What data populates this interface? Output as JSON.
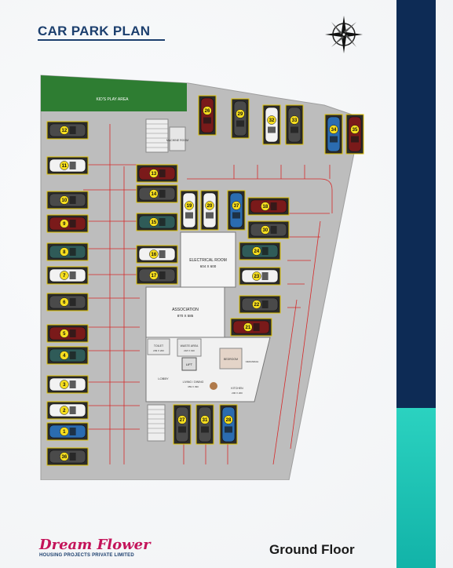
{
  "title": "CAR PARK PLAN",
  "floor": "Ground Floor",
  "logo": {
    "name": "Dream Flower",
    "subtitle": "HOUSING PROJECTS PRIVATE LIMITED",
    "brand_color": "#c4145a"
  },
  "colors": {
    "navy": "#0d2b55",
    "teal": "#12b3a8",
    "title": "#1c3f6e",
    "lawn": "#2e7d32",
    "arrow": "#d62828"
  },
  "plan": {
    "kids_play_area": "KID'S PLAY AREA",
    "machine_room": "MACHINE ROOM",
    "electrical_room": "ELECTRICAL ROOM",
    "electrical_dims": "604 X 600",
    "association": "ASSOCIATION",
    "association_dims": "870 X 585",
    "toilet": "TOILET",
    "toilet_dims": "209 X 200",
    "waste_area": "WASTE AREA",
    "waste_dims": "218 X 190",
    "lift": "LIFT",
    "lobby": "LOBBY",
    "living": "LIVING / DINING",
    "living_dims": "359 X 390",
    "kitchen": "KITCHEN",
    "kitchen_dims": "206 X 200",
    "bedroom": "BEDROOM",
    "verandah": "VERANDAH"
  },
  "cars": [
    {
      "num": "12",
      "color": "#4a4a4a"
    },
    {
      "num": "11",
      "color": "#f2f2f2"
    },
    {
      "num": "10",
      "color": "#4a4a4a"
    },
    {
      "num": "9",
      "color": "#7a1a1a"
    },
    {
      "num": "8",
      "color": "#2f5b58"
    },
    {
      "num": "7",
      "color": "#f2f2f2"
    },
    {
      "num": "6",
      "color": "#4a4a4a"
    },
    {
      "num": "5",
      "color": "#7a1a1a"
    },
    {
      "num": "4",
      "color": "#2f5b58"
    },
    {
      "num": "3",
      "color": "#f2f2f2"
    },
    {
      "num": "2",
      "color": "#f2f2f2"
    },
    {
      "num": "1",
      "color": "#2b6cb0"
    },
    {
      "num": "36",
      "color": "#4a4a4a"
    },
    {
      "num": "13",
      "color": "#7a1a1a"
    },
    {
      "num": "14",
      "color": "#4a4a4a"
    },
    {
      "num": "15",
      "color": "#2f5b58"
    },
    {
      "num": "16",
      "color": "#f2f2f2"
    },
    {
      "num": "17",
      "color": "#4a4a4a"
    },
    {
      "num": "19",
      "color": "#f2f2f2"
    },
    {
      "num": "20",
      "color": "#f2f2f2"
    },
    {
      "num": "37",
      "color": "#2b6cb0"
    },
    {
      "num": "18",
      "color": "#7a1a1a"
    },
    {
      "num": "30",
      "color": "#4a4a4a"
    },
    {
      "num": "24",
      "color": "#2f5b58"
    },
    {
      "num": "23",
      "color": "#f2f2f2"
    },
    {
      "num": "22",
      "color": "#4a4a4a"
    },
    {
      "num": "21",
      "color": "#7a1a1a"
    },
    {
      "num": "26",
      "color": "#7a1a1a"
    },
    {
      "num": "29",
      "color": "#4a4a4a"
    },
    {
      "num": "32",
      "color": "#f2f2f2"
    },
    {
      "num": "33",
      "color": "#4a4a4a"
    },
    {
      "num": "34",
      "color": "#2b6cb0"
    },
    {
      "num": "35",
      "color": "#7a1a1a"
    },
    {
      "num": "27",
      "color": "#4a4a4a"
    },
    {
      "num": "31",
      "color": "#4a4a4a"
    },
    {
      "num": "28",
      "color": "#2b6cb0"
    }
  ]
}
